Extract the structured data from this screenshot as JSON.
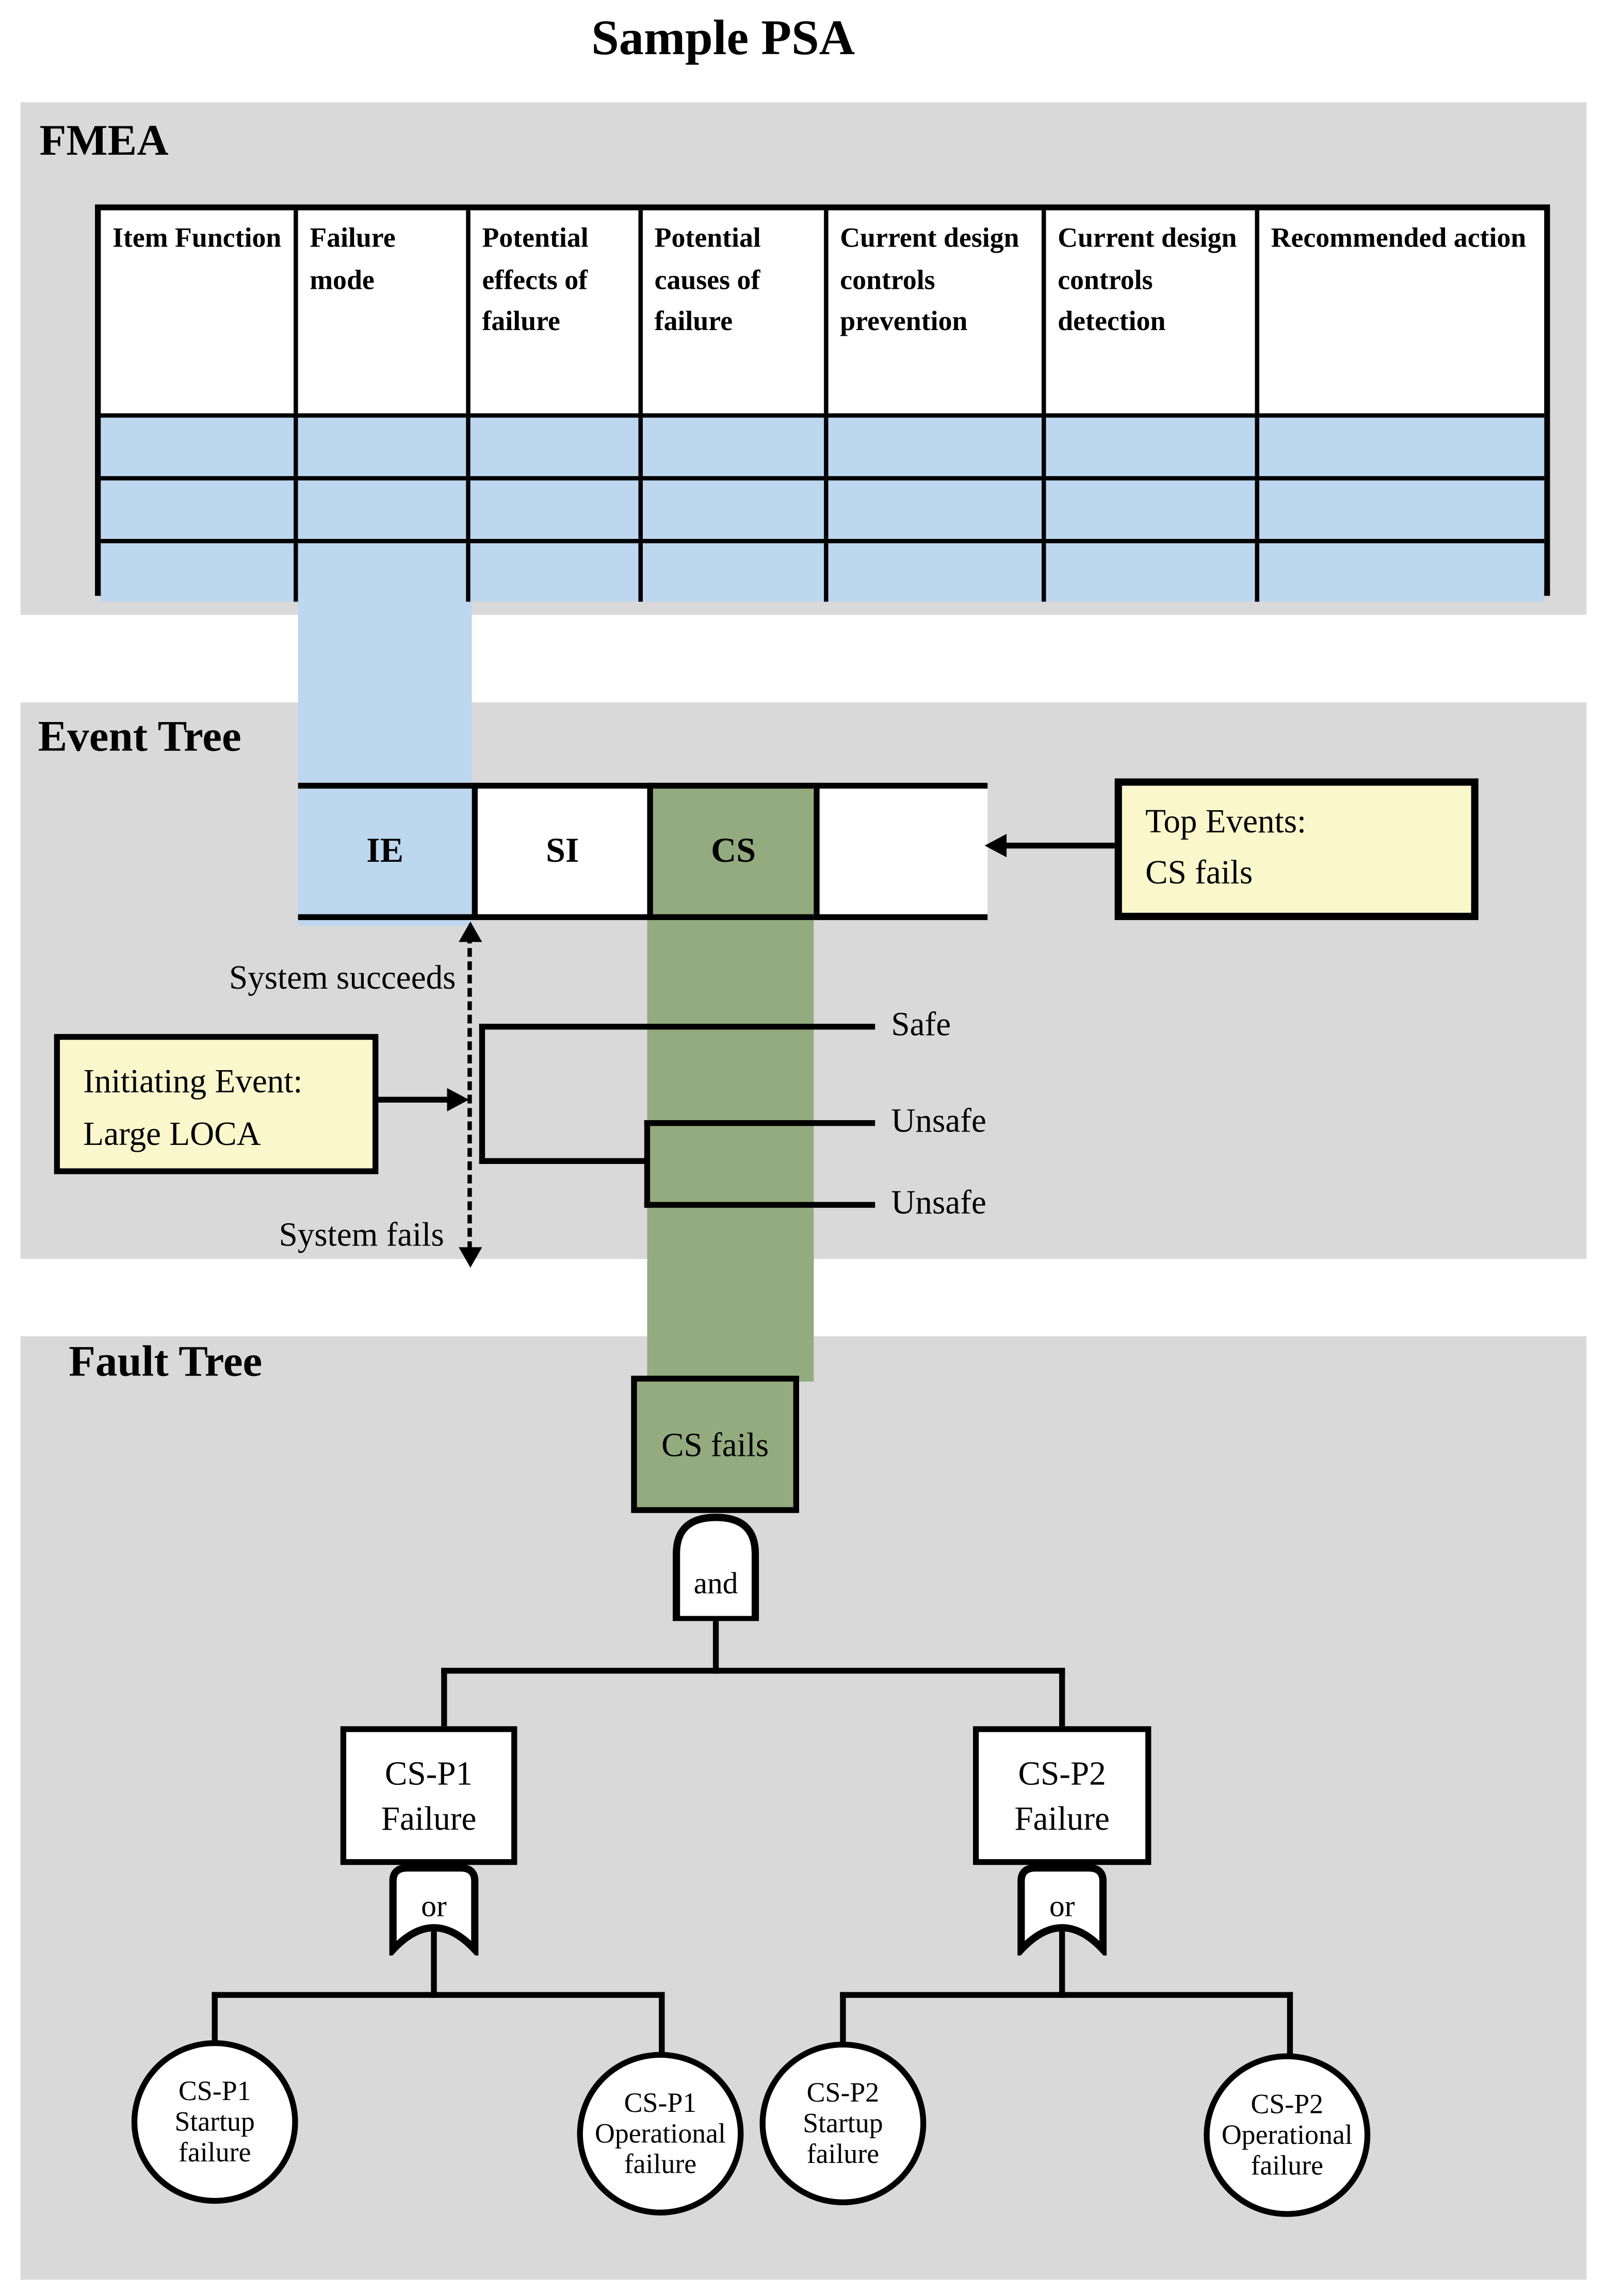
{
  "title": "Sample PSA",
  "colors": {
    "panel": "#d9d9d9",
    "blue": "#bdd7ee",
    "green": "#93ab7e",
    "yellow": "#faf7cc",
    "ink": "#000000"
  },
  "fmea": {
    "label": "FMEA",
    "columns": [
      "Item Function",
      "Failure mode",
      "Potential effects of failure",
      "Potential causes of failure",
      "Current design controls prevention",
      "Current design controls detection",
      "Recommended action"
    ],
    "data_row_count": 3
  },
  "event_tree": {
    "label": "Event Tree",
    "header_cells": [
      "IE",
      "SI",
      "CS",
      ""
    ],
    "top_events_note": {
      "lines": [
        "Top Events:",
        "CS fails"
      ]
    },
    "initiating_note": {
      "lines": [
        "Initiating Event:",
        "Large LOCA"
      ]
    },
    "branch_labels": {
      "success": "System succeeds",
      "fail": "System fails"
    },
    "outcomes": [
      "Safe",
      "Unsafe",
      "Unsafe"
    ]
  },
  "fault_tree": {
    "label": "Fault Tree",
    "top_event": "CS fails",
    "and_gate_label": "and",
    "or_gate_label": "or",
    "intermediate_events": [
      {
        "lines": [
          "CS-P1",
          "Failure"
        ]
      },
      {
        "lines": [
          "CS-P2",
          "Failure"
        ]
      }
    ],
    "basic_events": [
      {
        "lines": [
          "CS-P1",
          "Startup",
          "failure"
        ]
      },
      {
        "lines": [
          "CS-P1",
          "Operational",
          "failure"
        ]
      },
      {
        "lines": [
          "CS-P2",
          "Startup",
          "failure"
        ]
      },
      {
        "lines": [
          "CS-P2",
          "Operational",
          "failure"
        ]
      }
    ]
  }
}
